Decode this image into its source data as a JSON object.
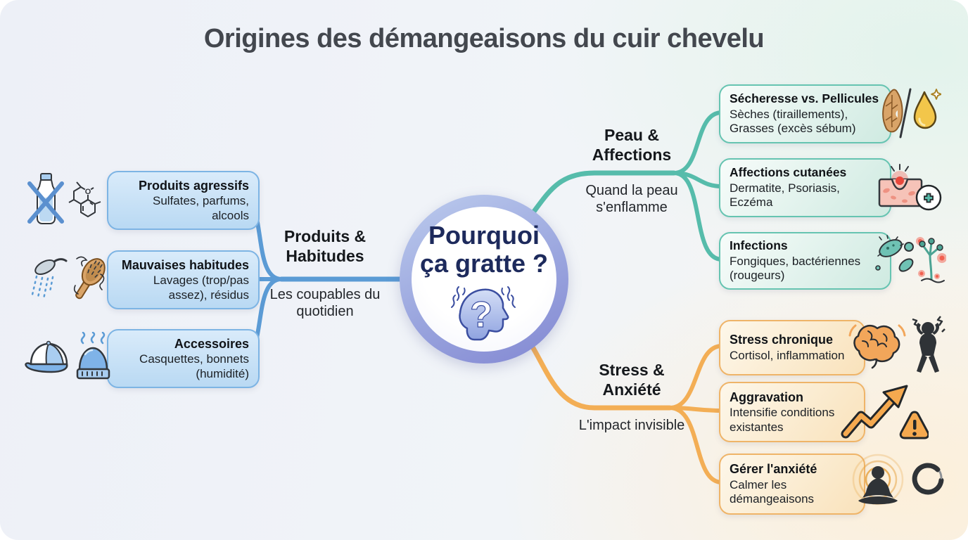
{
  "title": "Origines des démangeaisons du cuir chevelu",
  "center": {
    "line1": "Pourquoi",
    "line2": "ça gratte ?",
    "icon": "confused-head-icon"
  },
  "colors": {
    "produits_accent": "#5b9bd5",
    "peau_accent": "#56bcab",
    "stress_accent": "#f3ae55",
    "title_text": "#43474e",
    "center_text": "#1d2a5c"
  },
  "branches": [
    {
      "id": "produits",
      "label": "Produits & Habitudes",
      "sublabel": "Les coupables du quotidien",
      "items": [
        {
          "title": "Produits agressifs",
          "desc": "Sulfates, parfums, alcools",
          "icons": [
            "crossed-bottle-icon",
            "molecule-icon"
          ]
        },
        {
          "title": "Mauvaises habitudes",
          "desc": "Lavages (trop/pas assez), résidus",
          "icons": [
            "shower-icon",
            "hairbrush-icon"
          ]
        },
        {
          "title": "Accessoires",
          "desc": "Casquettes, bonnets (humidité)",
          "icons": [
            "cap-icon",
            "beanie-icon"
          ]
        }
      ]
    },
    {
      "id": "peau",
      "label": "Peau & Affections",
      "sublabel": "Quand la peau s'enflamme",
      "items": [
        {
          "title": "Sécheresse vs. Pellicules",
          "desc": "Sèches (tiraillements), Grasses (excès sébum)",
          "icons": [
            "dry-leaf-icon",
            "oil-drop-icon"
          ]
        },
        {
          "title": "Affections cutanées",
          "desc": "Dermatite, Psoriasis, Eczéma",
          "icons": [
            "inflamed-skin-icon",
            "medical-cross-icon"
          ]
        },
        {
          "title": "Infections",
          "desc": "Fongiques, bactériennes (rougeurs)",
          "icons": [
            "bacteria-icon",
            "fungus-icon"
          ]
        }
      ]
    },
    {
      "id": "stress",
      "label": "Stress & Anxiété",
      "sublabel": "L'impact invisible",
      "items": [
        {
          "title": "Stress chronique",
          "desc": "Cortisol, inflammation",
          "icons": [
            "brain-icon",
            "stressed-person-icon"
          ]
        },
        {
          "title": "Aggravation",
          "desc": "Intensifie conditions existantes",
          "icons": [
            "rising-arrow-icon",
            "warning-triangle-icon"
          ]
        },
        {
          "title": "Gérer l'anxiété",
          "desc": "Calmer les démangeaisons",
          "icons": [
            "meditation-icon",
            "enso-circle-icon"
          ]
        }
      ]
    }
  ]
}
